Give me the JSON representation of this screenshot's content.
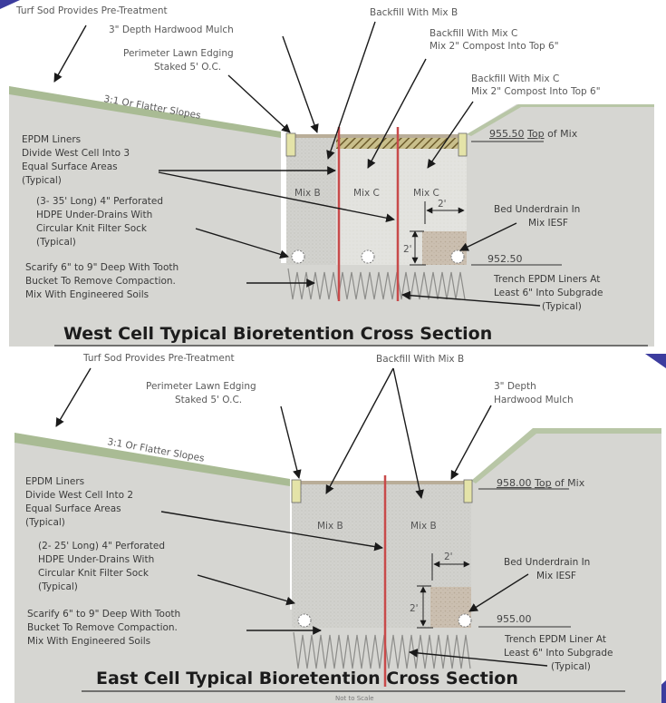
{
  "colors": {
    "ground": "#d6d6d2",
    "grass": "#a9bb94",
    "liner": "#c84a4a",
    "edging": "#e4e3a8",
    "mix_b": "#cfcfcb",
    "mix_c": "#e2e2de",
    "iesf": "#c9bfb2",
    "accent_corner": "#3c3c9e"
  },
  "west": {
    "title": "West Cell Typical Bioretention Cross Section",
    "labels": {
      "turf": "Turf Sod Provides Pre-Treatment",
      "mulch": "3\" Depth Hardwood Mulch",
      "edging_1": "Perimeter Lawn Edging",
      "edging_2": "Staked 5' O.C.",
      "backfill_b": "Backfill With Mix B",
      "backfill_c1_1": "Backfill With Mix C",
      "backfill_c1_2": "Mix 2\" Compost Into Top 6\"",
      "backfill_c2_1": "Backfill With Mix C",
      "backfill_c2_2": "Mix 2\" Compost Into Top 6\"",
      "slope": "3:1 Or Flatter Slopes",
      "epdm_1": "EPDM Liners",
      "epdm_2": "Divide West Cell Into 3",
      "epdm_3": "Equal Surface Areas",
      "epdm_4": "(Typical)",
      "drain_1": "(3- 35' Long) 4\" Perforated",
      "drain_2": "HDPE Under-Drains With",
      "drain_3": "Circular Knit Filter Sock",
      "drain_4": "(Typical)",
      "scarify_1": "Scarify 6\" to 9\" Deep With Tooth",
      "scarify_2": "Bucket To Remove Compaction.",
      "scarify_3": "Mix With Engineered Soils",
      "top_elev": "955.50",
      "top_suffix": "Top",
      "top_suffix2": "of Mix",
      "bottom_elev": "952.50",
      "bed_1": "Bed Underdrain In",
      "bed_2": "Mix IESF",
      "trench_1": "Trench EPDM Liners  At",
      "trench_2": "Least 6\"  Into Subgrade",
      "trench_3": "(Typical)",
      "dim_w": "2'",
      "dim_h": "2'",
      "mixes": [
        "Mix B",
        "Mix C",
        "Mix C"
      ]
    }
  },
  "east": {
    "title": "East Cell Typical Bioretention Cross Section",
    "subtitle": "Not to Scale",
    "labels": {
      "turf": "Turf Sod Provides Pre-Treatment",
      "backfill_b": "Backfill With Mix B",
      "edging_1": "Perimeter Lawn Edging",
      "edging_2": "Staked 5' O.C.",
      "mulch_1": "3\" Depth",
      "mulch_2": "Hardwood Mulch",
      "slope": "3:1 Or Flatter Slopes",
      "epdm_1": "EPDM Liners",
      "epdm_2": "Divide West Cell Into 2",
      "epdm_3": "Equal Surface Areas",
      "epdm_4": "(Typical)",
      "drain_1": "(2- 25' Long) 4\" Perforated",
      "drain_2": "HDPE Under-Drains With",
      "drain_3": "Circular Knit Filter Sock",
      "drain_4": "(Typical)",
      "scarify_1": "Scarify 6\" to 9\" Deep With Tooth",
      "scarify_2": "Bucket To Remove Compaction.",
      "scarify_3": "Mix With Engineered Soils",
      "top_elev": "958.00",
      "top_suffix": "Top",
      "top_suffix2": "of Mix",
      "bottom_elev": "955.00",
      "bed_1": "Bed Underdrain In",
      "bed_2": "Mix IESF",
      "trench_1": "Trench EPDM Liner  At",
      "trench_2": "Least 6\"  Into Subgrade",
      "trench_3": "(Typical)",
      "dim_w": "2'",
      "dim_h": "2'",
      "mixes": [
        "Mix B",
        "Mix B"
      ]
    }
  }
}
